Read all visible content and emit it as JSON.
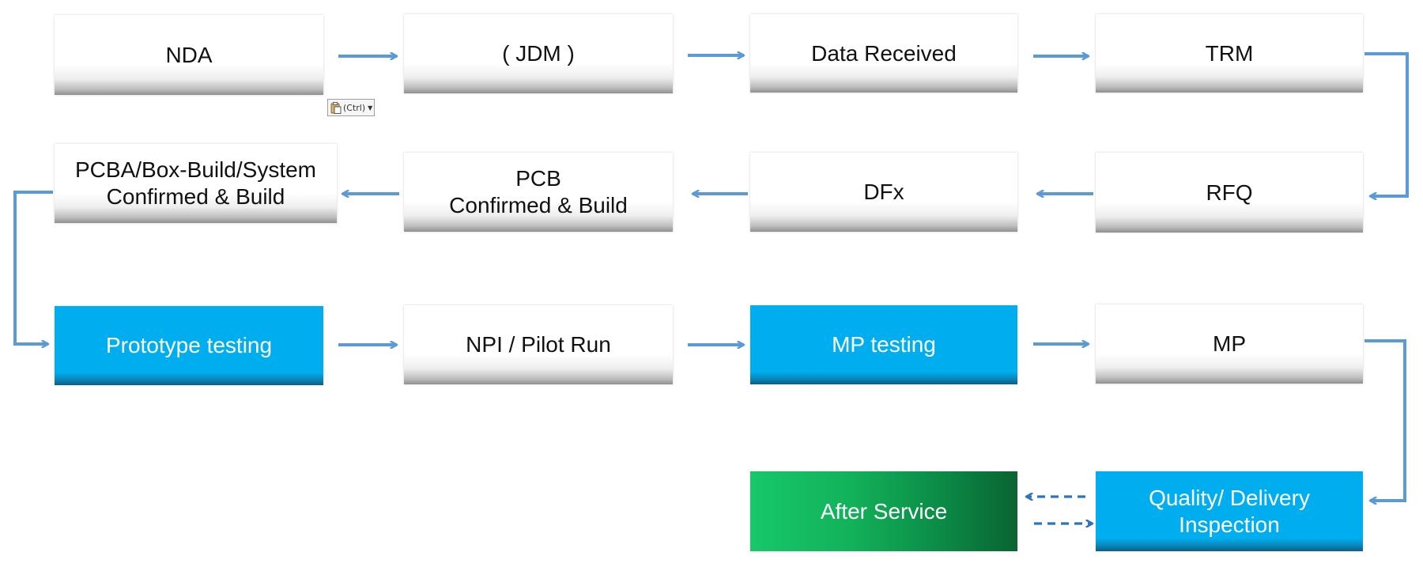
{
  "steps": {
    "nda": "NDA",
    "jdm": "( JDM )",
    "data_received": "Data Received",
    "trm": "TRM",
    "rfq": "RFQ",
    "dfx": "DFx",
    "pcb_line1": "PCB",
    "pcb_line2": "Confirmed & Build",
    "pcba_line1": "PCBA/Box-Build/System",
    "pcba_line2": "Confirmed & Build",
    "prototype_testing": "Prototype testing",
    "npi_pilot_run": "NPI / Pilot Run",
    "mp_testing": "MP testing",
    "mp": "MP",
    "quality_line1": "Quality/ Delivery",
    "quality_line2": "Inspection",
    "after_service": "After Service"
  },
  "paste_options": {
    "label": "(Ctrl)",
    "icon": "clipboard-icon"
  },
  "colors": {
    "arrow": "#5b9bd5",
    "dashed_arrow": "#2e75b6",
    "highlight_blue": "#00aeef",
    "after_service_green": "#12b15a"
  }
}
